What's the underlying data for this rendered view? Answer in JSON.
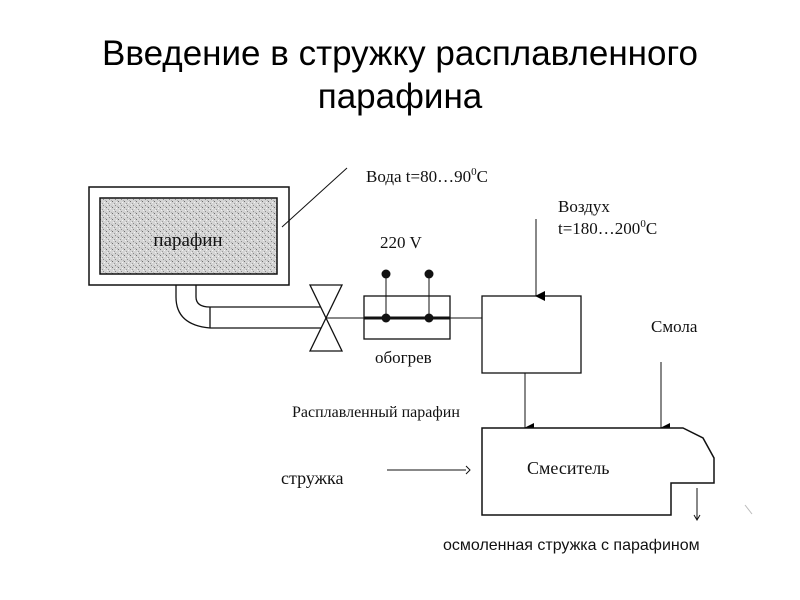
{
  "slide": {
    "title_line1": "Введение в стружку расплавленного",
    "title_line2": "парафина"
  },
  "diagram": {
    "tank_label": "парафин",
    "water_label": "Вода t=80…90",
    "water_sup": "0",
    "water_unit": "C",
    "voltage_label": "220 V",
    "heater_label": "обогрев",
    "air_label_line1": "Воздух",
    "air_label_line2": "t=180…200",
    "air_sup": "0",
    "air_unit": "C",
    "resin_label": "Смола",
    "molten_label": "Расплавленный парафин",
    "chips_label": "стружка",
    "mixer_label": "Смеситель",
    "output_label": "осмоленная стружка с парафином"
  }
}
